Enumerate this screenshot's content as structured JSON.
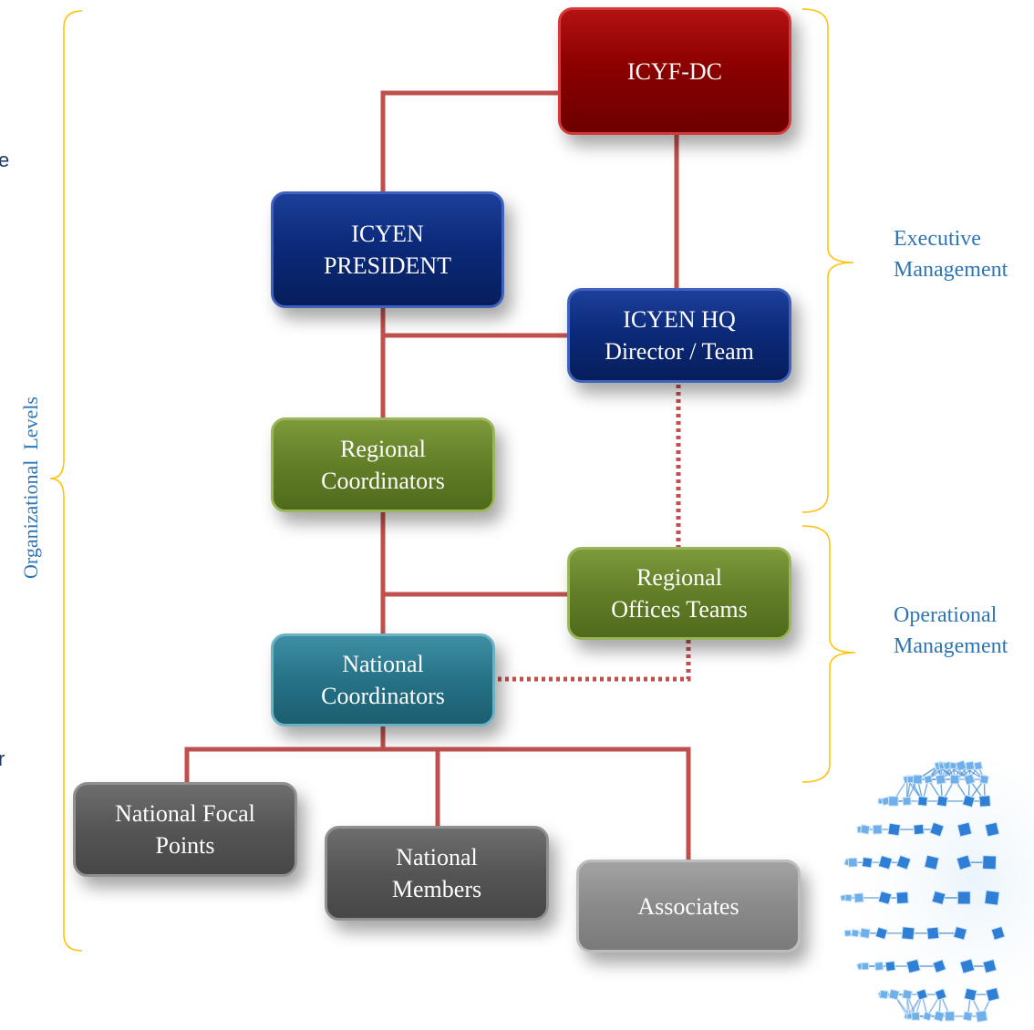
{
  "nodes": {
    "icyf_dc": {
      "lines": [
        "ICYF-DC"
      ]
    },
    "icyen_president": {
      "lines": [
        "ICYEN",
        "PRESIDENT"
      ]
    },
    "icyen_hq": {
      "lines": [
        "ICYEN HQ",
        "Director / Team"
      ]
    },
    "regional_coordinators": {
      "lines": [
        "Regional",
        "Coordinators"
      ]
    },
    "regional_offices": {
      "lines": [
        "Regional",
        "Offices Teams"
      ]
    },
    "national_coordinators": {
      "lines": [
        "National",
        "Coordinators"
      ]
    },
    "national_focal_points": {
      "lines": [
        "National Focal",
        "Points"
      ]
    },
    "national_members": {
      "lines": [
        "National",
        "Members"
      ]
    },
    "associates": {
      "lines": [
        "Associates"
      ]
    }
  },
  "labels": {
    "executive": [
      "Executive",
      "Management"
    ],
    "operational": [
      "Operational",
      "Management"
    ],
    "organizational": "Organizational  Levels"
  },
  "edge_text": {
    "top": "e",
    "bottom": "r"
  },
  "colors": {
    "connector": "#c0504d",
    "bracket": "#ffc000",
    "label": "#2e75b6",
    "red_box": "#8c0000",
    "blue_box": "#0b2a7a",
    "green_box": "#627e27",
    "teal_box": "#267287",
    "dark_gray_box": "#555555",
    "light_gray_box": "#8a8a8a"
  }
}
